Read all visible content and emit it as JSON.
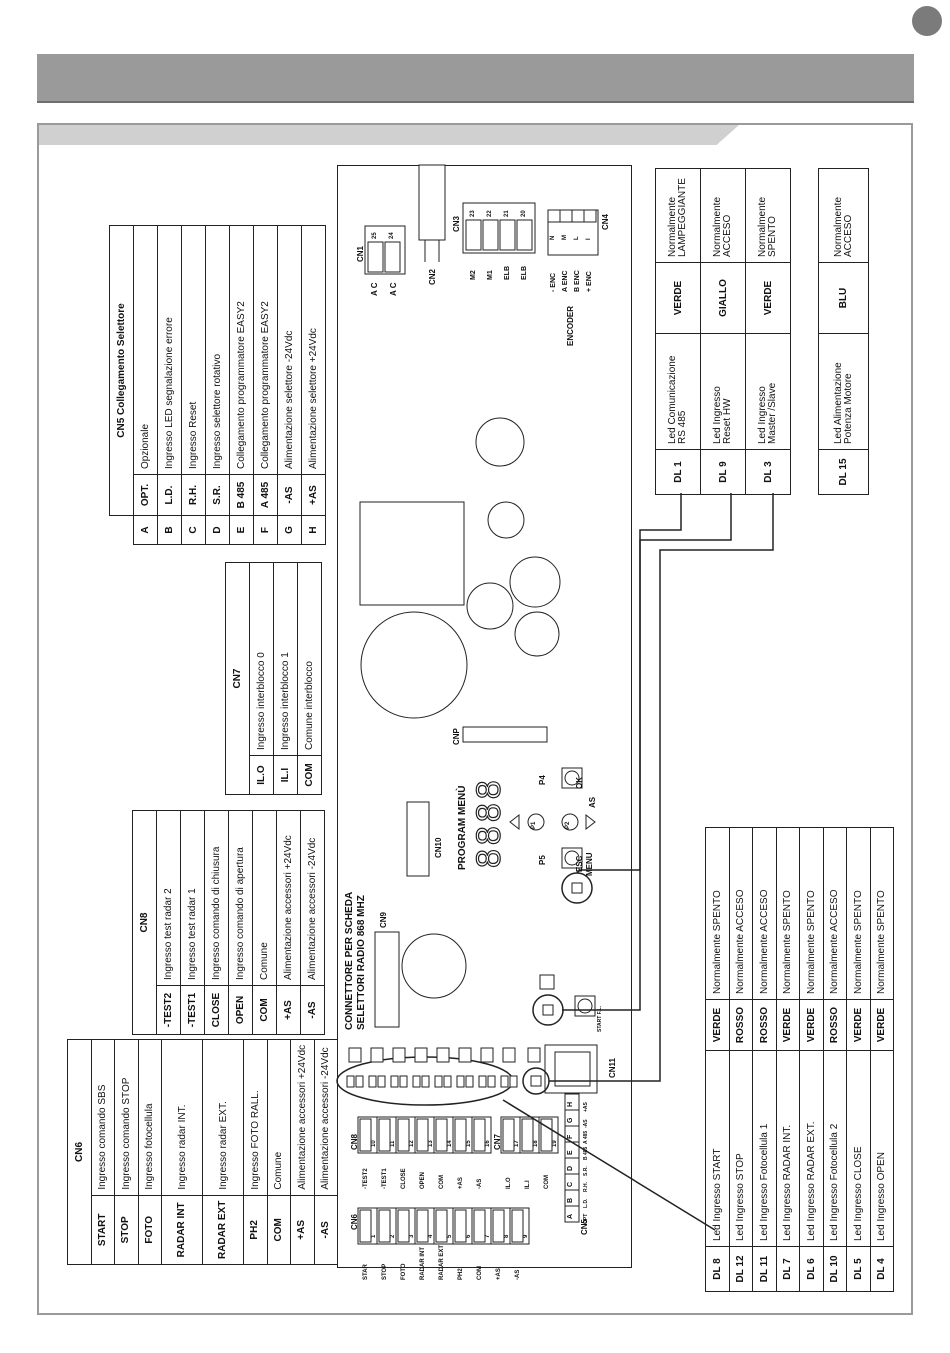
{
  "cn6": {
    "title": "CN6",
    "rows": [
      {
        "k": "START",
        "d": "Ingresso comando SBS"
      },
      {
        "k": "STOP",
        "d": "Ingresso comando STOP"
      },
      {
        "k": "FOTO",
        "d": "Ingresso fotocellula"
      },
      {
        "k": "RADAR INT",
        "d": "Ingresso radar INT."
      },
      {
        "k": "RADAR EXT",
        "d": "Ingresso radar EXT."
      },
      {
        "k": "PH2",
        "d": "Ingresso FOTO RALL."
      },
      {
        "k": "COM",
        "d": "Comune"
      },
      {
        "k": "+AS",
        "d": "Alimentazione accessori +24Vdc"
      },
      {
        "k": "-AS",
        "d": "Alimentazione accessori -24Vdc"
      }
    ]
  },
  "cn8": {
    "title": "CN8",
    "rows": [
      {
        "k": "-TEST2",
        "d": "Ingresso test radar 2"
      },
      {
        "k": "-TEST1",
        "d": "Ingresso test radar 1"
      },
      {
        "k": "CLOSE",
        "d": "Ingresso comando di chiusura"
      },
      {
        "k": "OPEN",
        "d": "Ingresso comando di apertura"
      },
      {
        "k": "COM",
        "d": "Comune"
      },
      {
        "k": "+AS",
        "d": "Alimentazione accessori +24Vdc"
      },
      {
        "k": "-AS",
        "d": "Alimentazione accessori -24Vdc"
      }
    ]
  },
  "cn7": {
    "title": "CN7",
    "rows": [
      {
        "k": "IL.O",
        "d": "Ingresso interblocco 0"
      },
      {
        "k": "IL.I",
        "d": "Ingresso interblocco 1"
      },
      {
        "k": "COM",
        "d": "Comune interblocco"
      }
    ]
  },
  "cn5": {
    "title": "CN5 Collegamento Selettore",
    "rows": [
      {
        "l": "A",
        "k": "OPT.",
        "d": "Opzionale"
      },
      {
        "l": "B",
        "k": "L.D.",
        "d": "Ingresso LED segnalazione errore"
      },
      {
        "l": "C",
        "k": "R.H.",
        "d": "Ingresso Reset"
      },
      {
        "l": "D",
        "k": "S.R.",
        "d": "Ingresso selettore rotativo"
      },
      {
        "l": "E",
        "k": "B 485",
        "d": "Collegamento programmatore EASY2"
      },
      {
        "l": "F",
        "k": "A 485",
        "d": "Collegamento programmatore EASY2"
      },
      {
        "l": "G",
        "k": "-AS",
        "d": "Alimentazione selettore -24Vdc"
      },
      {
        "l": "H",
        "k": "+AS",
        "d": "Alimentazione selettore +24Vdc"
      }
    ]
  },
  "leds_bottom": [
    {
      "id": "DL 8",
      "d": "Led Ingresso START",
      "c": "VERDE",
      "s": "Normalmente SPENTO"
    },
    {
      "id": "DL 12",
      "d": "Led Ingresso STOP",
      "c": "ROSSO",
      "s": "Normalmente ACCESO"
    },
    {
      "id": "DL 11",
      "d": "Led Ingresso Fotocellula 1",
      "c": "ROSSO",
      "s": "Normalmente ACCESO"
    },
    {
      "id": "DL 7",
      "d": "Led Ingresso RADAR INT.",
      "c": "VERDE",
      "s": "Normalmente SPENTO"
    },
    {
      "id": "DL 6",
      "d": "Led Ingresso RADAR EXT.",
      "c": "VERDE",
      "s": "Normalmente SPENTO"
    },
    {
      "id": "DL 10",
      "d": "Led Ingresso Fotocellula 2",
      "c": "ROSSO",
      "s": "Normalmente ACCESO"
    },
    {
      "id": "DL 5",
      "d": "Led Ingresso CLOSE",
      "c": "VERDE",
      "s": "Normalmente SPENTO"
    },
    {
      "id": "DL 4",
      "d": "Led Ingresso OPEN",
      "c": "VERDE",
      "s": "Normalmente SPENTO"
    }
  ],
  "leds_top": [
    {
      "id": "DL 1",
      "d1": "Led Comunicazione",
      "d2": "RS 485",
      "c": "VERDE",
      "s1": "Normalmente",
      "s2": "LAMPEGGIANTE"
    },
    {
      "id": "DL 9",
      "d1": "Led Ingresso",
      "d2": "Reset HW",
      "c": "GIALLO",
      "s1": "Normalmente",
      "s2": "ACCESO"
    },
    {
      "id": "DL 3",
      "d1": "Led Ingresso",
      "d2": "Master /Slave",
      "c": "VERDE",
      "s1": "Normalmente",
      "s2": "SPENTO"
    }
  ],
  "led_dl15": {
    "id": "DL 15",
    "d1": "Led Alimentazione",
    "d2": "Potenza Motore",
    "c": "BLU",
    "s1": "Normalmente",
    "s2": "ACCESO"
  },
  "board": {
    "radio_1": "CONNETTORE PER SCHEDA",
    "radio_2": "SELETTORI RADIO 868 MHZ",
    "program_menu": "PROGRAM MENÙ",
    "display": "8888",
    "cn1": "CN1",
    "cn2": "CN2",
    "cn3": "CN3",
    "cn4": "CN4",
    "cn5": "CN5",
    "cn6": "CN6",
    "cn7": "CN7",
    "cn8": "CN8",
    "cn9": "CN9",
    "cn10": "CN10",
    "cn11": "CN11",
    "cnp": "CNP",
    "ac1": "A C",
    "ac2": "A C",
    "cn3_pins": [
      "23",
      "22",
      "21",
      "20"
    ],
    "cn3_labels": [
      "M2",
      "M1",
      "ELB",
      "ELB"
    ],
    "cn1_pins": [
      "25",
      "24"
    ],
    "cn4_pins": [
      "N",
      "M",
      "L",
      "I"
    ],
    "cn4_labels": [
      "- ENC",
      "A ENC",
      "B ENC",
      "+ ENC"
    ],
    "encoder": "ENCODER",
    "p1": "P1",
    "p2": "P2",
    "p4": "P4",
    "p5": "P5",
    "ok": "OK",
    "as": "AS",
    "esc": "ESC",
    "menu": "MENU",
    "start_fl": "START F.L.",
    "cn6_pins": [
      "1",
      "2",
      "3",
      "4",
      "5",
      "6",
      "7",
      "8",
      "9"
    ],
    "cn6_labels": [
      "STAR",
      "STOP",
      "FOTO",
      "RADAR INT",
      "RADAR EXT",
      "PH2",
      "COM",
      "+AS",
      "-AS"
    ],
    "cn8_pins": [
      "10",
      "11",
      "12",
      "13",
      "14",
      "15",
      "16"
    ],
    "cn8_labels": [
      "-TEST2",
      "-TEST1",
      "CLOSE",
      "OPEN",
      "COM",
      "+AS",
      "-AS"
    ],
    "cn7_pins": [
      "17",
      "18",
      "19"
    ],
    "cn7_labels": [
      "IL.O",
      "IL.I",
      "COM"
    ],
    "cn5_pins": [
      "A",
      "B",
      "C",
      "D",
      "E",
      "F",
      "G",
      "H"
    ],
    "cn5_labels": [
      "OPT",
      "L.D.",
      "R.H.",
      "S.R.",
      "B 485",
      "A 485",
      "-AS",
      "+AS"
    ]
  }
}
